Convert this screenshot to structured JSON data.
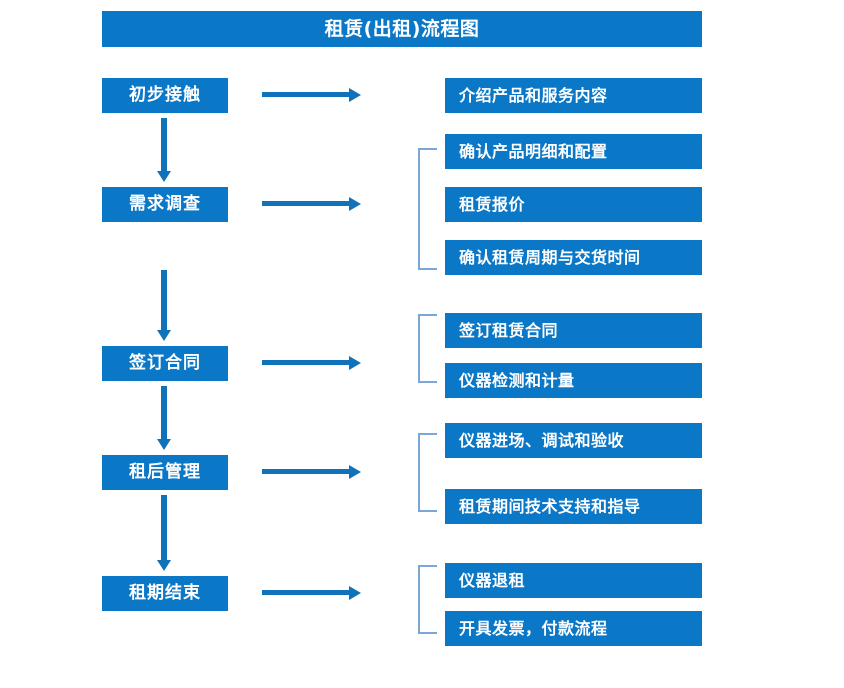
{
  "title": "租赁(出租)流程图",
  "colors": {
    "box_blue": "#0b77c7",
    "arrow_blue": "#1072b8",
    "bracket_blue": "#7ba7d7",
    "text_white": "#ffffff",
    "background": "#ffffff"
  },
  "stages": [
    {
      "label": "初步接触"
    },
    {
      "label": "需求调查"
    },
    {
      "label": "签订合同"
    },
    {
      "label": "租后管理"
    },
    {
      "label": "租期结束"
    }
  ],
  "details": [
    {
      "label": "介绍产品和服务内容"
    },
    {
      "label": "确认产品明细和配置"
    },
    {
      "label": "租赁报价"
    },
    {
      "label": "确认租赁周期与交货时间"
    },
    {
      "label": "签订租赁合同"
    },
    {
      "label": "仪器检测和计量"
    },
    {
      "label": "仪器进场、调试和验收"
    },
    {
      "label": "租赁期间技术支持和指导"
    },
    {
      "label": "仪器退租"
    },
    {
      "label": "开具发票，付款流程"
    }
  ],
  "chart_data": {
    "type": "diagram",
    "title": "租赁(出租)流程图",
    "orientation": "vertical-stages-with-right-details",
    "nodes": [
      {
        "stage": "初步接触",
        "order": 1,
        "details": [
          "介绍产品和服务内容"
        ]
      },
      {
        "stage": "需求调查",
        "order": 2,
        "details": [
          "确认产品明细和配置",
          "租赁报价",
          "确认租赁周期与交货时间"
        ]
      },
      {
        "stage": "签订合同",
        "order": 3,
        "details": [
          "签订租赁合同",
          "仪器检测和计量"
        ]
      },
      {
        "stage": "租后管理",
        "order": 4,
        "details": [
          "仪器进场、调试和验收",
          "租赁期间技术支持和指导"
        ]
      },
      {
        "stage": "租期结束",
        "order": 5,
        "details": [
          "仪器退租",
          "开具发票，付款流程"
        ]
      }
    ],
    "edges": [
      {
        "from": "初步接触",
        "to": "需求调查",
        "kind": "vertical-arrow"
      },
      {
        "from": "需求调查",
        "to": "签订合同",
        "kind": "vertical-arrow"
      },
      {
        "from": "签订合同",
        "to": "租后管理",
        "kind": "vertical-arrow"
      },
      {
        "from": "租后管理",
        "to": "租期结束",
        "kind": "vertical-arrow"
      },
      {
        "from": "初步接触",
        "to": "介绍产品和服务内容",
        "kind": "horizontal-arrow"
      },
      {
        "from": "需求调查",
        "to": "确认产品明细和配置/租赁报价/确认租赁周期与交货时间",
        "kind": "horizontal-arrow"
      },
      {
        "from": "签订合同",
        "to": "签订租赁合同/仪器检测和计量",
        "kind": "horizontal-arrow"
      },
      {
        "from": "租后管理",
        "to": "仪器进场、调试和验收/租赁期间技术支持和指导",
        "kind": "horizontal-arrow"
      },
      {
        "from": "租期结束",
        "to": "仪器退租/开具发票，付款流程",
        "kind": "horizontal-arrow"
      }
    ]
  }
}
